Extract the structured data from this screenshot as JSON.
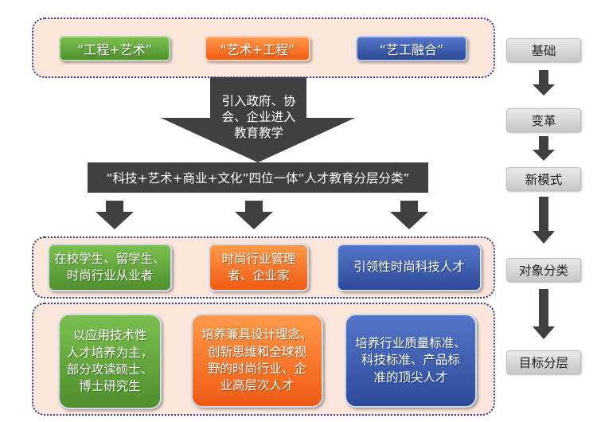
{
  "top_band": {
    "pills": [
      {
        "label": "“工程+艺术”"
      },
      {
        "label": "“艺术+工程”"
      },
      {
        "label": "“艺工融合”"
      }
    ]
  },
  "big_arrow": {
    "text": "引入政府、协\n会、企业进入\n教育教学"
  },
  "banner": {
    "text": "“科技+艺术+商业+文化”四位一体“人才教育分层分类”"
  },
  "object_band": {
    "boxes": [
      {
        "text": "在校学生、留学生、\n时尚行业从业者"
      },
      {
        "text": "时尚行业管理\n者、企业家"
      },
      {
        "text": "引领性时尚科技人才"
      }
    ]
  },
  "goal_band": {
    "boxes": [
      {
        "text": "以应用技术性\n人才培养为主，\n部分攻读硕士、\n博士研究生"
      },
      {
        "text": "培养兼具设计理念、\n创新思维和全球视\n野的时尚行业、企\n业高层次人才"
      },
      {
        "text": "培养行业质量标准、\n科技标准、产品标\n准的顶尖人才"
      }
    ]
  },
  "sidebar": {
    "steps": [
      {
        "label": "基础"
      },
      {
        "label": "变革"
      },
      {
        "label": "新模式"
      },
      {
        "label": "对象分类"
      },
      {
        "label": "目标分层"
      }
    ]
  },
  "colors": {
    "green": "#5fa33a",
    "orange": "#f26b1d",
    "blue": "#3957ad",
    "band_fill": "#fbe6dc",
    "band_border": "#2e3f8f",
    "arrow": "#404040"
  }
}
